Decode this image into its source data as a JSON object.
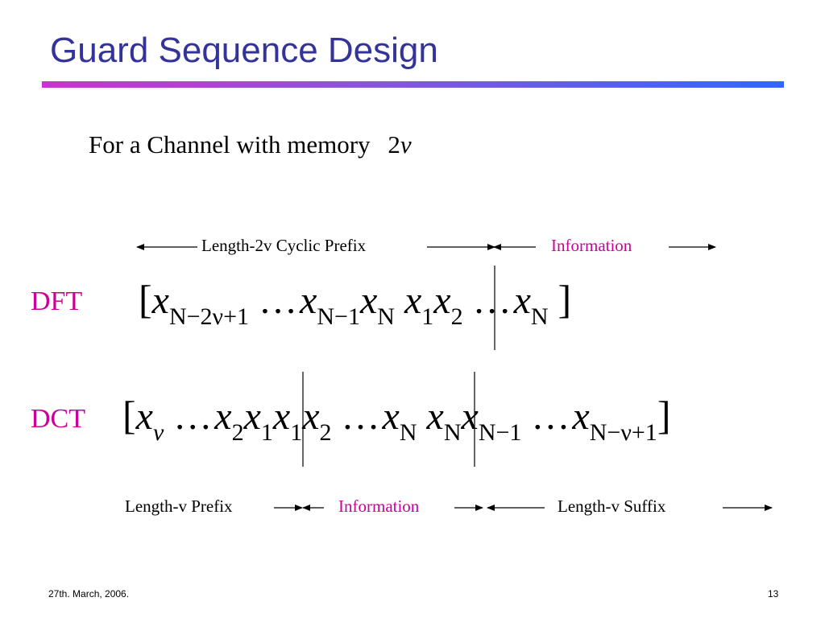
{
  "slide": {
    "title": "Guard Sequence Design",
    "intro": {
      "text": "For a Channel with memory",
      "memory_num": "2",
      "memory_var": "ν"
    },
    "dft": {
      "label": "DFT",
      "annot_left": "Length-2v Cyclic Prefix",
      "annot_right": "Information",
      "eq_open": "[",
      "eq_close": "]",
      "x": "x",
      "sub1": "N−2ν+1",
      "sub2": "N−1",
      "sub3": "N",
      "sub4": "1",
      "sub5": "2",
      "sub6": "N",
      "dots": "…"
    },
    "dct": {
      "label": "DCT",
      "annot_prefix": "Length-v Prefix",
      "annot_info": "Information",
      "annot_suffix": "Length-v Suffix",
      "eq_open": "[",
      "eq_close": "]",
      "x": "x",
      "s1": "ν",
      "s2": "2",
      "s3": "1",
      "s4": "1",
      "s5": "2",
      "s6": "N",
      "s7": "N",
      "s8": "N−1",
      "s9": "N−ν+1",
      "dots": "…"
    },
    "footer": {
      "date": "27th. March, 2006.",
      "page": "13"
    },
    "colors": {
      "title": "#333399",
      "accent": "#cc0099"
    }
  }
}
